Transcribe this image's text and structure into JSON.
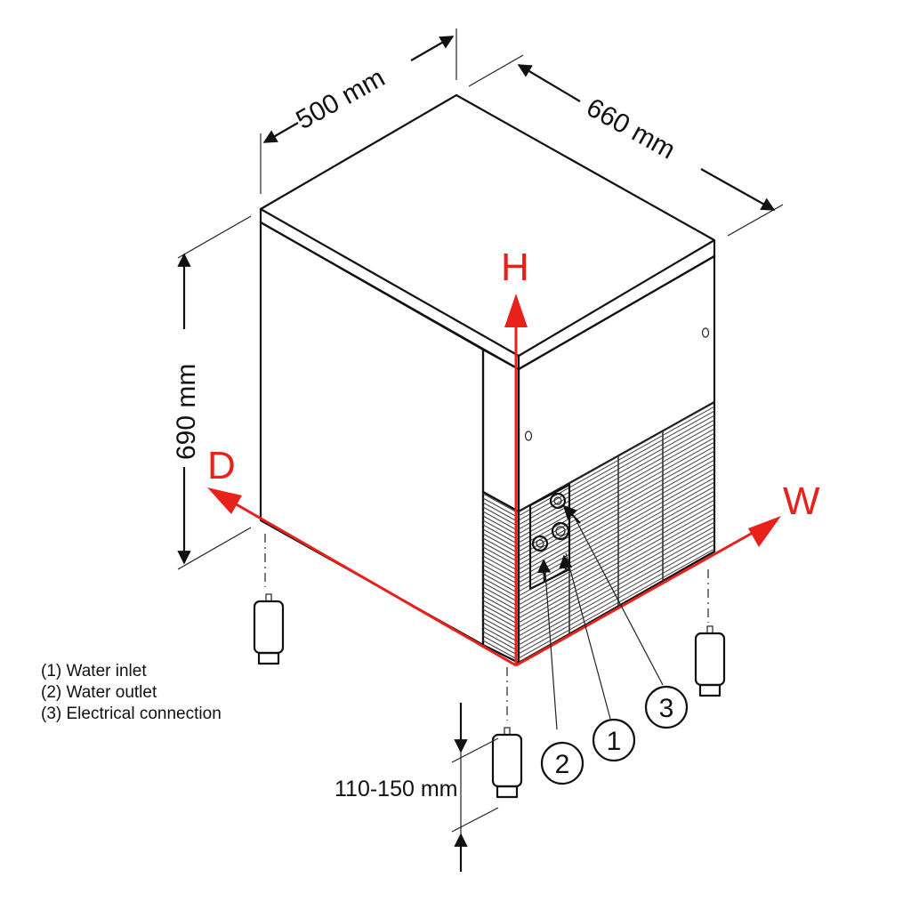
{
  "dimensions": {
    "depth": "500 mm",
    "width": "660 mm",
    "height": "690 mm",
    "feet": "110-150 mm"
  },
  "axes": {
    "height": "H",
    "depth": "D",
    "width": "W",
    "color": "#e8211b"
  },
  "legend": [
    "(1) Water inlet",
    "(2) Water outlet",
    "(3) Electrical connection"
  ],
  "callouts": [
    "1",
    "2",
    "3"
  ]
}
